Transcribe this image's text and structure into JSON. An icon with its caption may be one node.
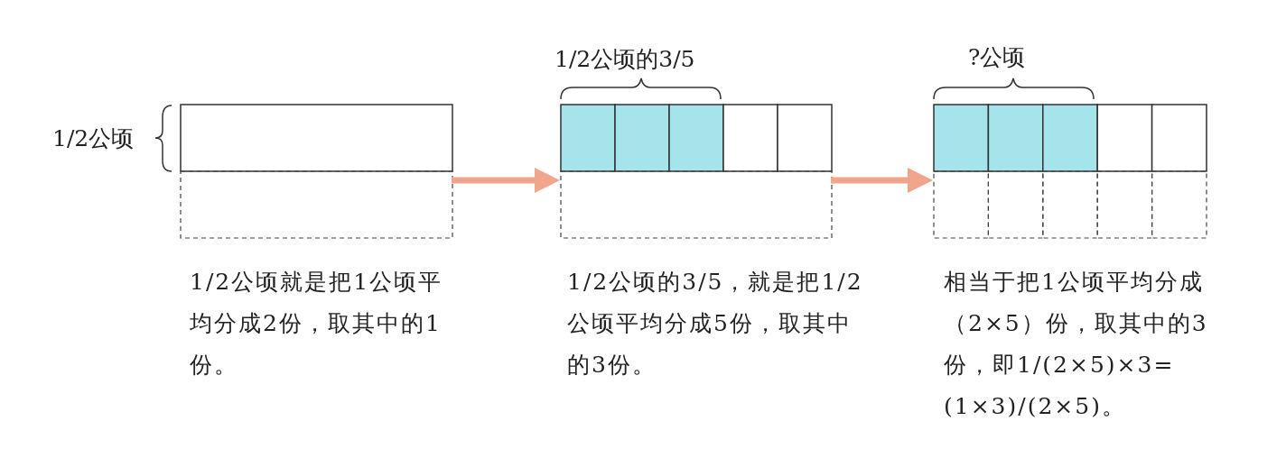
{
  "diagram": {
    "nodes": [
      {
        "text": [],
        "shape": "box"
      },
      {
        "text": [],
        "shape": "box"
      },
      {
        "text": [],
        "shape": "box"
      }
    ],
    "edges": [
      {
        "from": 0,
        "to": 1,
        "arrow": "to"
      },
      {
        "from": 1,
        "to": 2,
        "arrow": "to"
      }
    ],
    "labels": [
      "1/2公顷",
      "1/2公顷的3/5",
      "?公顷",
      "1/2公顷就是把1公顷平均分成2份，取其中的1份。",
      "1/2公顷的3/5，就是把1/2公顷平均分成5份，取其中的3份。",
      "相当于把1公顷平均分成（2×5）份，取其中的3份，即1/(2×5)×3=(1×3)/(2×5)。"
    ]
  }
}
